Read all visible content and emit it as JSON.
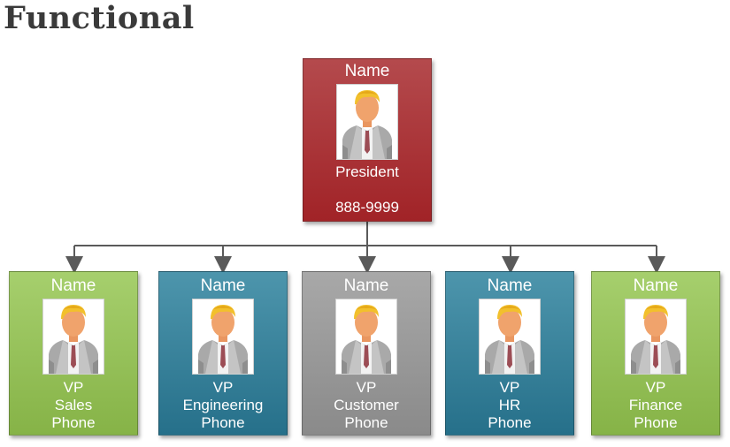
{
  "heading": "Functional",
  "president": {
    "name": "Name",
    "title": "President",
    "phone": "888-9999",
    "color": "#a8292d"
  },
  "vps": [
    {
      "name": "Name",
      "title": "VP",
      "dept": "Sales",
      "phone": "Phone",
      "color": "#93bf57"
    },
    {
      "name": "Name",
      "title": "VP",
      "dept": "Engineering",
      "phone": "Phone",
      "color": "#357f98"
    },
    {
      "name": "Name",
      "title": "VP",
      "dept": "Customer",
      "phone": "Phone",
      "color": "#969696"
    },
    {
      "name": "Name",
      "title": "VP",
      "dept": "HR",
      "phone": "Phone",
      "color": "#357f98"
    },
    {
      "name": "Name",
      "title": "VP",
      "dept": "Finance",
      "phone": "Phone",
      "color": "#93bf57"
    }
  ],
  "icons": {
    "photo": "person-avatar-icon"
  }
}
